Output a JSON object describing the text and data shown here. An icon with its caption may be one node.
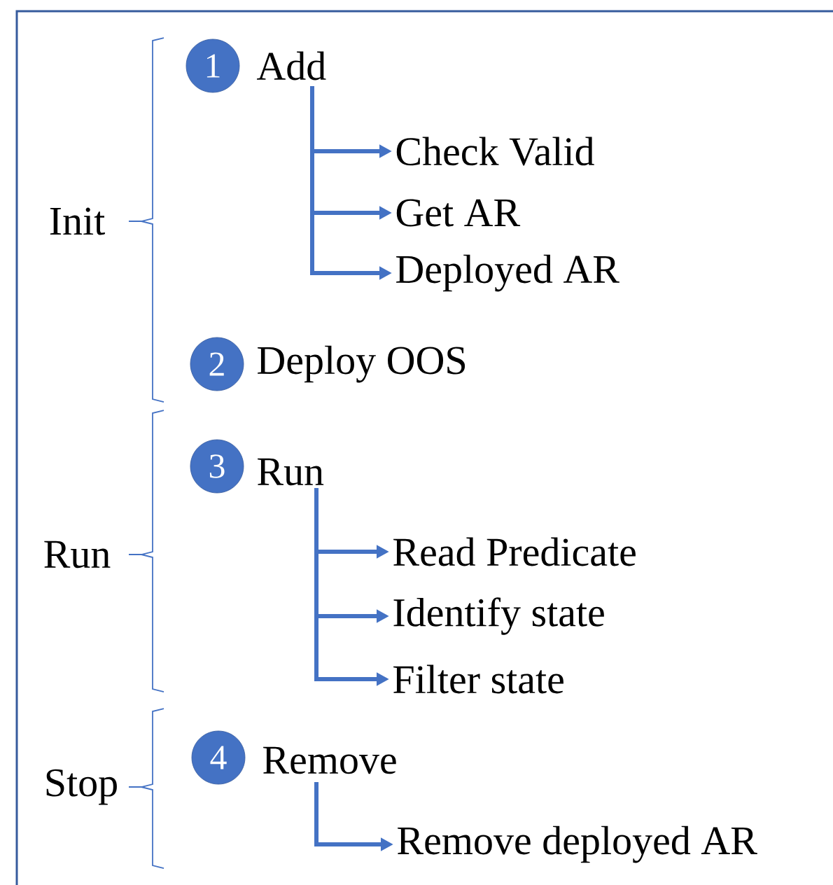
{
  "diagram": {
    "nodes": [
      {
        "text": [
          "1"
        ]
      },
      {
        "text": [
          "Add"
        ]
      },
      {
        "text": [
          "Check Valid"
        ]
      },
      {
        "text": [
          "Get AR"
        ]
      },
      {
        "text": [
          "Deployed AR"
        ]
      },
      {
        "text": [
          "2"
        ]
      },
      {
        "text": [
          "Deploy OOS"
        ]
      },
      {
        "text": [
          "3"
        ]
      },
      {
        "text": [
          "Run"
        ]
      },
      {
        "text": [
          "Read Predicate"
        ]
      },
      {
        "text": [
          "Identify state"
        ]
      },
      {
        "text": [
          "Filter state"
        ]
      },
      {
        "text": [
          "4"
        ]
      },
      {
        "text": [
          "Remove"
        ]
      },
      {
        "text": [
          "Remove deployed AR"
        ]
      }
    ],
    "edges": [
      {
        "from": 1,
        "to": 2,
        "arrow": "to"
      },
      {
        "from": 1,
        "to": 3,
        "arrow": "to"
      },
      {
        "from": 1,
        "to": 4,
        "arrow": "to"
      },
      {
        "from": 8,
        "to": 9,
        "arrow": "to"
      },
      {
        "from": 8,
        "to": 10,
        "arrow": "to"
      },
      {
        "from": 8,
        "to": 11,
        "arrow": "to"
      },
      {
        "from": 13,
        "to": 14,
        "arrow": "to"
      }
    ],
    "labels": [
      "Init",
      "Run",
      "Stop"
    ]
  }
}
